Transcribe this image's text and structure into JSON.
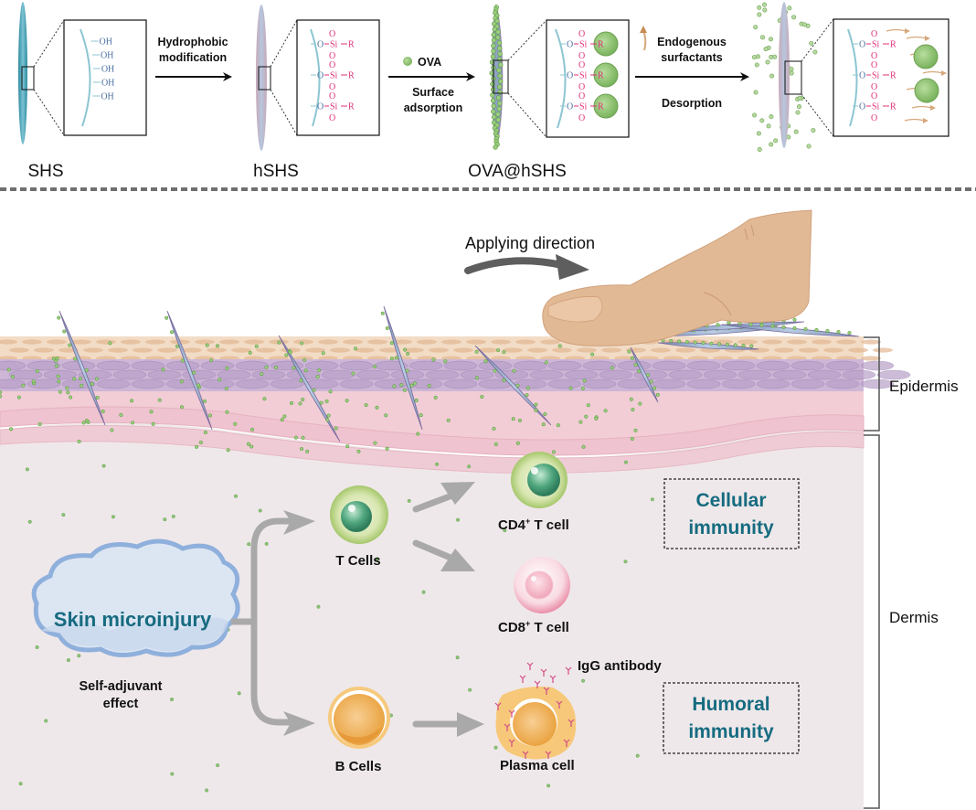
{
  "top_panel": {
    "stages": [
      {
        "name": "SHS",
        "inset": {
          "groups": [
            "OH",
            "OH",
            "OH",
            "OH",
            "OH"
          ]
        }
      },
      {
        "name": "hSHS",
        "inset": {
          "groups": [
            "O",
            "Si",
            "R",
            "O"
          ]
        }
      },
      {
        "name": "OVA@hSHS",
        "inset": {
          "groups": [
            "O",
            "Si",
            "R",
            "O"
          ]
        }
      },
      {
        "name": "",
        "inset": {
          "groups": [
            "O",
            "Si",
            "R",
            "O"
          ]
        }
      }
    ],
    "arrows": [
      {
        "label_top_1": "Hydrophobic",
        "label_top_2": "modification"
      },
      {
        "legend": "OVA",
        "label_bottom_1": "Surface",
        "label_bottom_2": "adsorption"
      },
      {
        "label_top_1": "Endogenous",
        "label_top_2": "surfactants",
        "label_bottom": "Desorption"
      }
    ]
  },
  "chem": {
    "oh": "OH",
    "o": "O",
    "si": "Si",
    "r": "R"
  },
  "bottom_panel": {
    "applying_direction": "Applying direction",
    "layers": {
      "epidermis": "Epidermis",
      "dermis": "Dermis"
    },
    "cloud": {
      "title": "Skin microinjury",
      "caption_1": "Self-adjuvant",
      "caption_2": "effect"
    },
    "cells": {
      "t_cells": "T Cells",
      "b_cells": "B Cells",
      "cd4": "CD4",
      "cd8": "CD8",
      "sup": "+",
      "t_cell_suffix": " T cell",
      "plasma": "Plasma cell",
      "igg": "IgG antibody"
    },
    "boxes": {
      "cellular_1": "Cellular",
      "cellular_2": "immunity",
      "humoral_1": "Humoral",
      "humoral_2": "immunity"
    }
  },
  "colors": {
    "accent_teal": "#166b80",
    "needle": "#8fa9c8",
    "ova_green": "#8cc37a",
    "arrow_gray": "#a9a9a9",
    "dermis_bg": "#efe8ea",
    "chem_pink": "#e0317a",
    "chem_blue": "#4a6fa0"
  }
}
